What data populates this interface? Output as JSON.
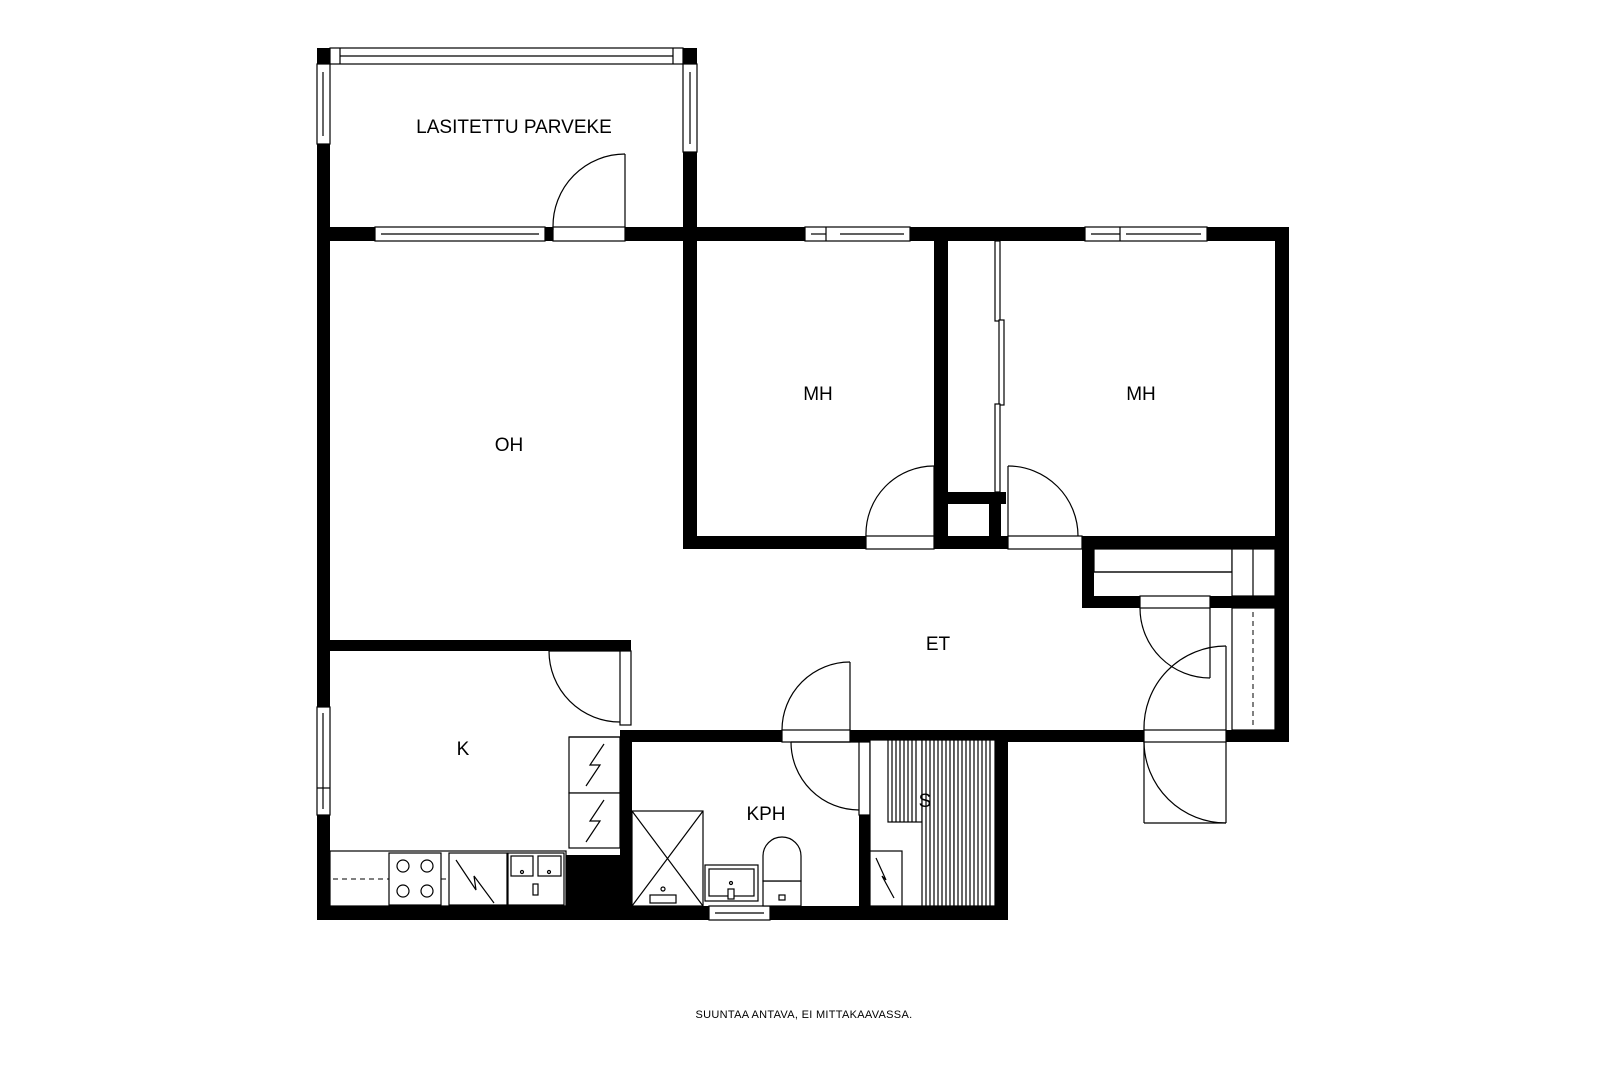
{
  "rooms": {
    "balcony": "LASITETTU PARVEKE",
    "living": "OH",
    "bedroom_1": "MH",
    "bedroom_2": "MH",
    "hall": "ET",
    "kitchen": "K",
    "bathroom": "KPH",
    "sauna": "S"
  },
  "footer": {
    "note": "SUUNTAA ANTAVA, EI MITTAKAAVASSA."
  }
}
